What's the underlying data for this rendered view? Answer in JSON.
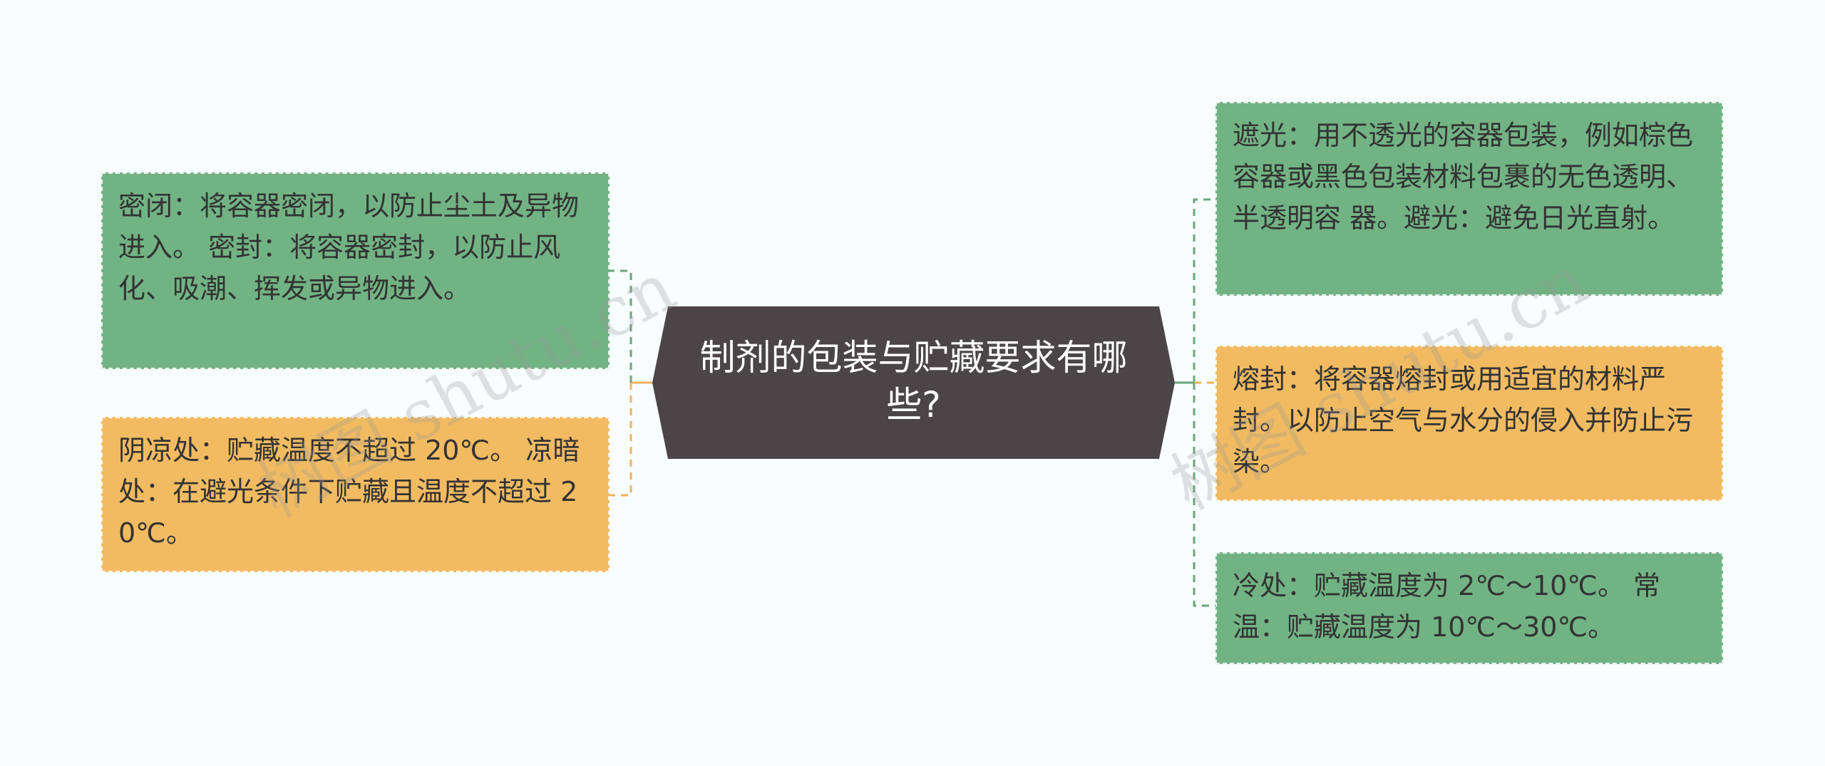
{
  "root": {
    "title": "制剂的包装与贮藏要求有哪些?"
  },
  "left_nodes": [
    {
      "text": "密闭：将容器密闭，以防止尘土及异物进入。 密封：将容器密封，以防止风化、吸潮、挥发或异物进入。",
      "color": "#72b384"
    },
    {
      "text": "阴凉处：贮藏温度不超过 20℃。 凉暗处：在避光条件下贮藏且温度不超过 20℃。",
      "color": "#f2bb62"
    }
  ],
  "right_nodes": [
    {
      "text": "遮光：用不透光的容器包装，例如棕色容器或黑色包装材料包裹的无色透明、半透明容 器。避光：避免日光直射。",
      "color": "#72b384"
    },
    {
      "text": "熔封：将容器熔封或用适宜的材料严封。以防止空气与水分的侵入并防止污染。",
      "color": "#f2bb62"
    },
    {
      "text": "冷处：贮藏温度为 2℃～10℃。 常温：贮藏温度为 10℃～30℃。",
      "color": "#72b384"
    }
  ],
  "watermarks": [
    "树图 shutu.cn",
    "树图 shutu.cn"
  ],
  "colors": {
    "root_bg": "#4a4546",
    "green": "#72b384",
    "yellow": "#f2bb62",
    "line_green": "#6aa57c",
    "line_yellow": "#f0b45a"
  }
}
